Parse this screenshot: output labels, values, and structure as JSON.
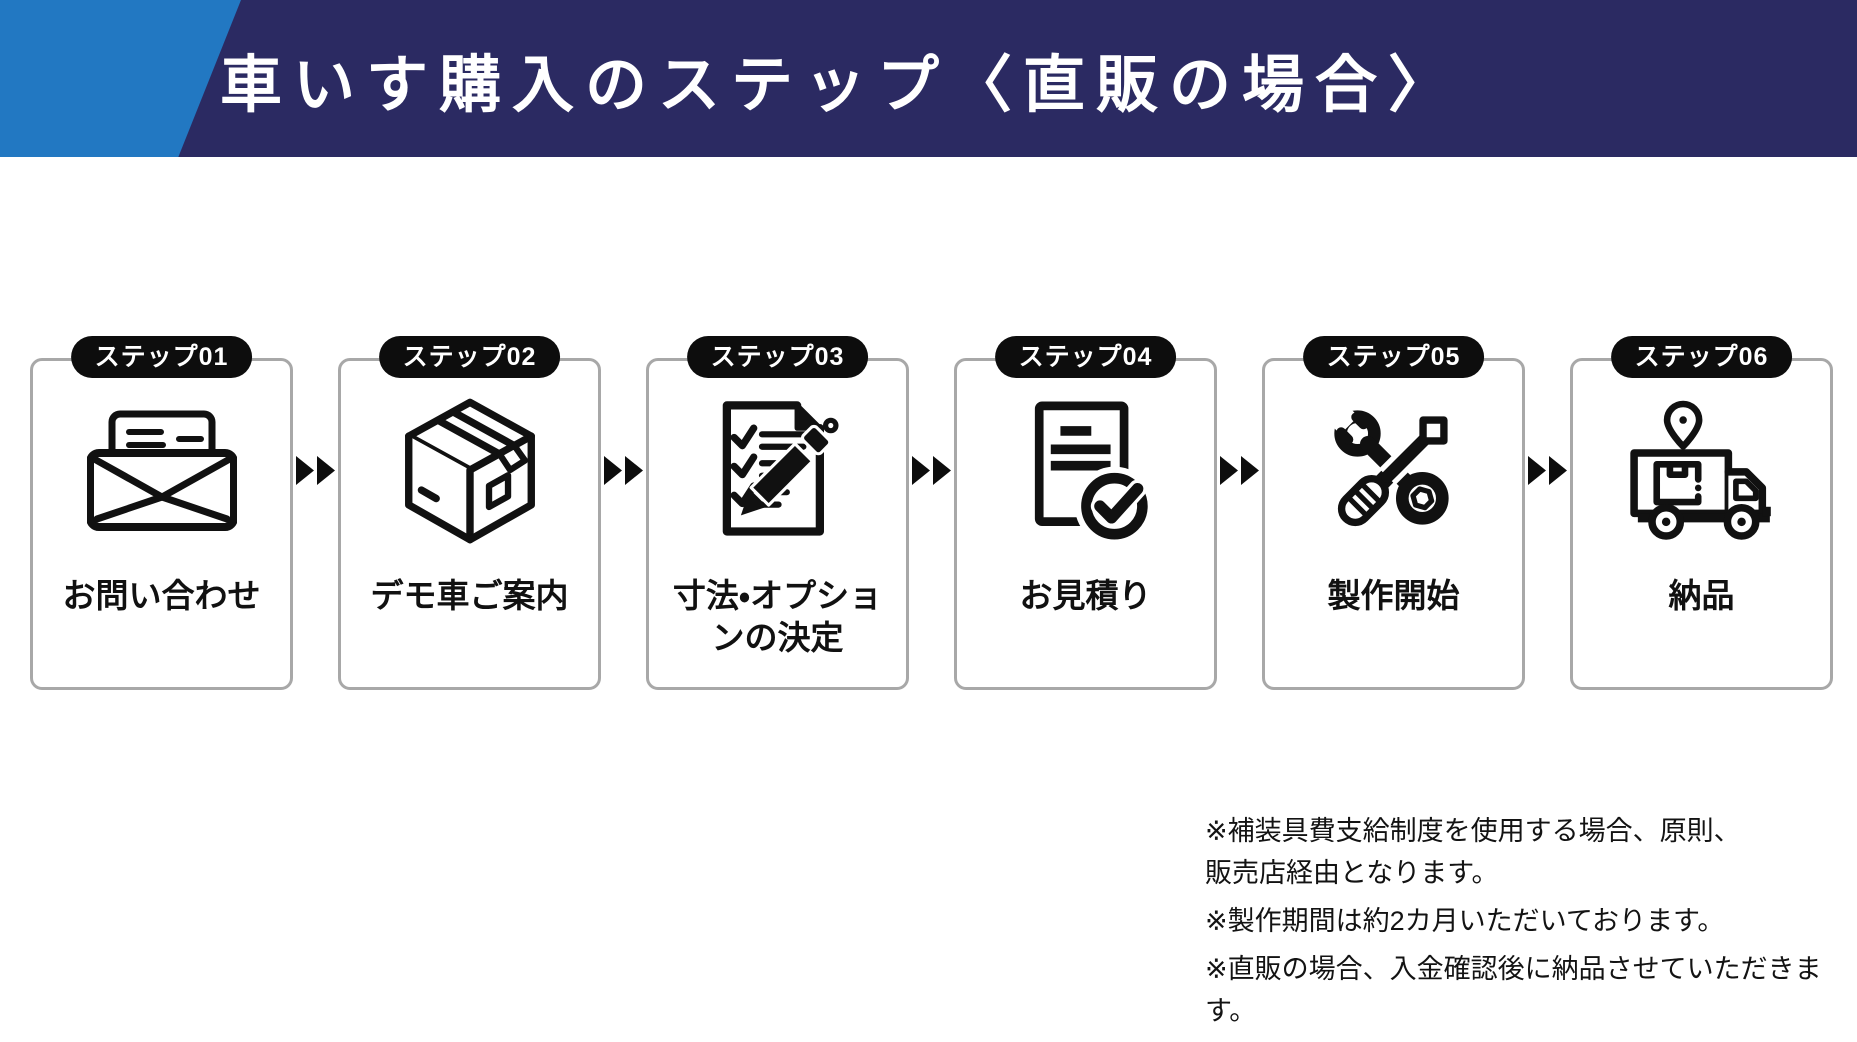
{
  "header": {
    "title": "車いす購入のステップ〈直販の場合〉",
    "bg_color": "#2b2a62",
    "accent_color": "#2278c2",
    "text_color": "#ffffff"
  },
  "steps": [
    {
      "badge": "ステップ01",
      "label": "お問い合わせ",
      "icon": "mail-icon"
    },
    {
      "badge": "ステップ02",
      "label": "デモ車ご案内",
      "icon": "package-box-icon"
    },
    {
      "badge": "ステップ03",
      "label": "寸法・オプショ\nンの決定",
      "icon": "checklist-pen-icon"
    },
    {
      "badge": "ステップ04",
      "label": "お見積り",
      "icon": "estimate-check-icon"
    },
    {
      "badge": "ステップ05",
      "label": "製作開始",
      "icon": "tools-icon"
    },
    {
      "badge": "ステップ06",
      "label": "納品",
      "icon": "delivery-truck-icon"
    }
  ],
  "arrow_icon": "double-chevron-right-icon",
  "notes": [
    "※補装具費支給制度を使用する場合、原則、\n販売店経由となります。",
    "※製作期間は約2カ月いただいております。",
    "※直販の場合、入金確認後に納品させていただきます。"
  ],
  "colors": {
    "badge_bg": "#0d0d0d",
    "card_border": "#a8a8a8",
    "icon_color": "#111111",
    "arrow_color": "#0d0d0d"
  }
}
